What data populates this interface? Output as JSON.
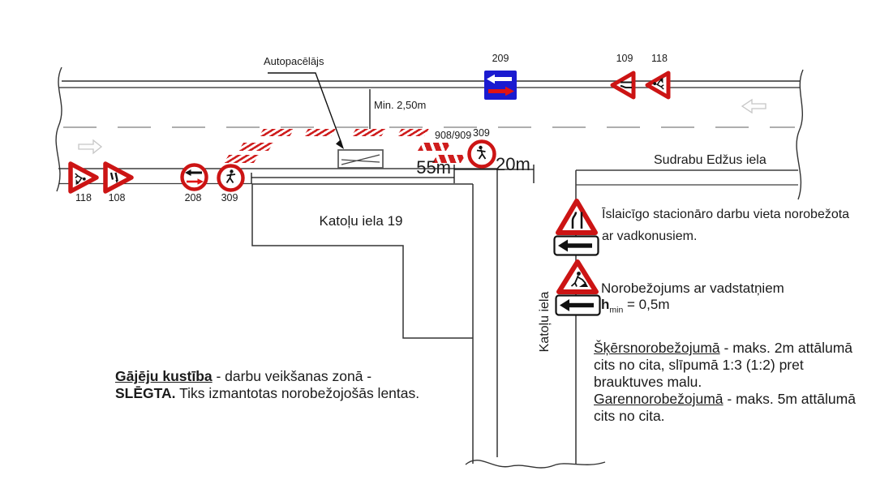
{
  "machine": {
    "label": "Autopacēlājs"
  },
  "clearance": {
    "label": "Min. 2,50m"
  },
  "dimensions": {
    "d55": "55m",
    "d20": "20m"
  },
  "streets": {
    "main": "Sudrabu Edžus iela",
    "side": "Katoļu iela",
    "building": "Katoļu iela 19"
  },
  "sign_labels": {
    "left_118": "118",
    "left_108": "108",
    "left_208": "208",
    "left_309": "309",
    "wz_panels": "908/909",
    "wz_309": "309",
    "top_209": "209",
    "top_109": "109",
    "top_118": "118"
  },
  "legend1": {
    "line1": "Īslaicīgo stacionāro darbu vieta norobežota",
    "line2": "ar vadkonusiem."
  },
  "legend2": {
    "line1": "Norobežojums ar vadstatņiem",
    "h": "h",
    "hsub": "min",
    "hval": " = 0,5m"
  },
  "pedestrian_note": {
    "lead": "Gājēju kustība",
    "rest": " - darbu veikšanas zonā -",
    "lead2": "SLĒGTA.",
    "rest2": " Tiks izmantotas norobežojošās lentas."
  },
  "barrier_note": {
    "u1": "Šķērsnorobežojumā",
    "r1": " - maks. 2m attālumā",
    "l2": "cits no cita, slīpumā 1:3 (1:2) pret",
    "l3": "brauktuves malu.",
    "u2": "Garennorobežojumā",
    "r4": " - maks. 5m attālumā",
    "l5": "cits no cita."
  },
  "colors": {
    "sign_red": "#cc1414",
    "sign_blue": "#1b1bd0",
    "arrow_red": "#e01313",
    "hatch_red": "#cf1d1d"
  }
}
